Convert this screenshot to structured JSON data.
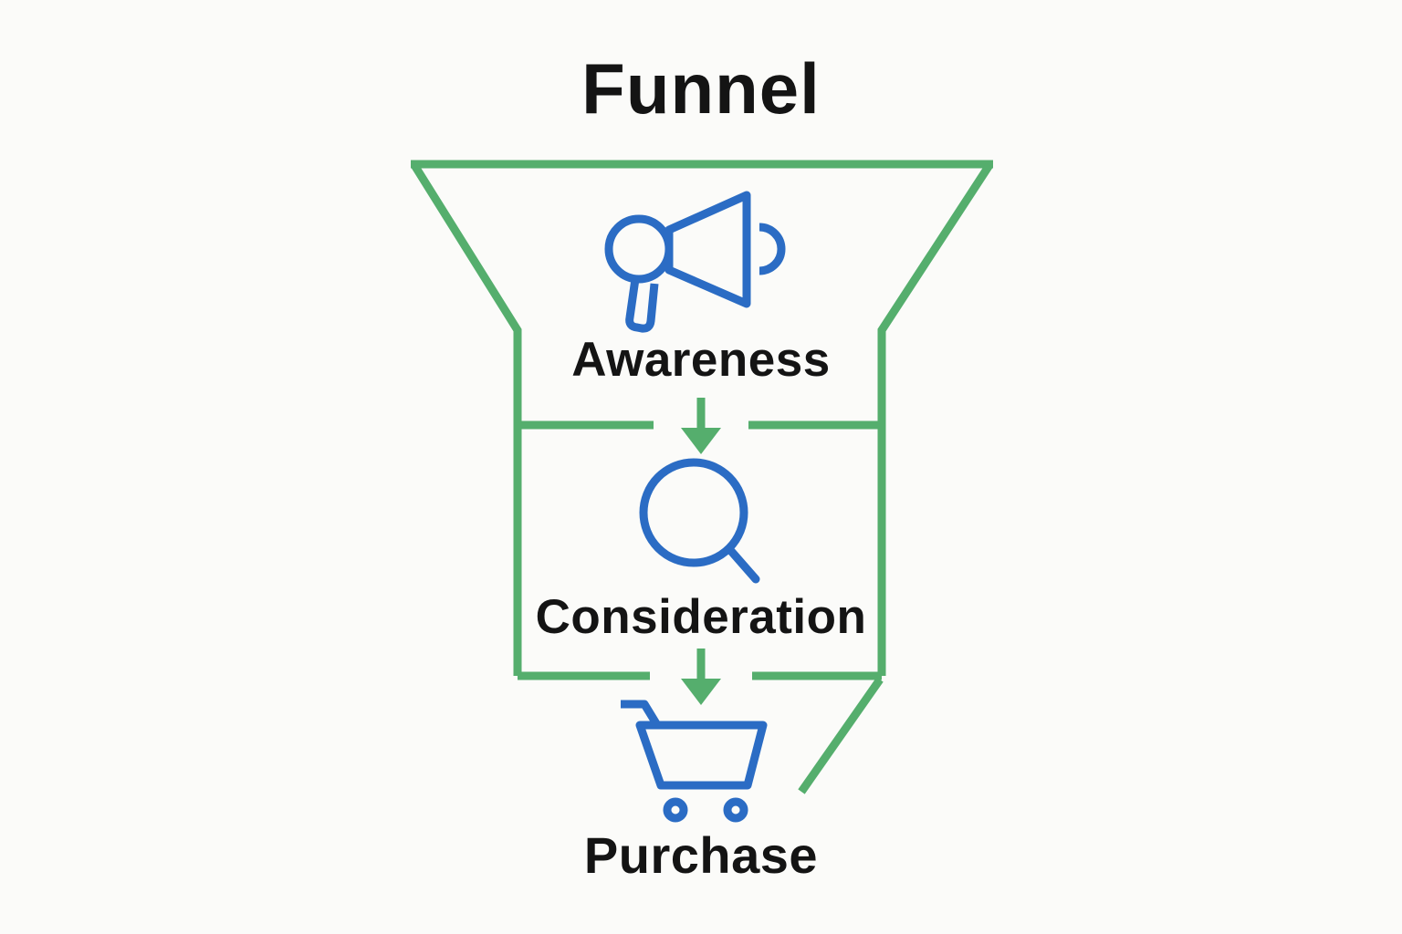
{
  "diagram": {
    "title": "Funnel",
    "stages": [
      {
        "label": "Awareness",
        "icon": "megaphone-icon"
      },
      {
        "label": "Consideration",
        "icon": "magnifying-glass-icon"
      },
      {
        "label": "Purchase",
        "icon": "shopping-cart-icon"
      }
    ],
    "connectors": [
      {
        "icon": "down-arrow-icon",
        "from": "Awareness",
        "to": "Consideration"
      },
      {
        "icon": "down-arrow-icon",
        "from": "Consideration",
        "to": "Purchase"
      }
    ],
    "colors": {
      "funnel_outline": "#55ae6d",
      "icons": "#2b6cc4",
      "text": "#141414",
      "background": "#fbfbf9"
    }
  }
}
